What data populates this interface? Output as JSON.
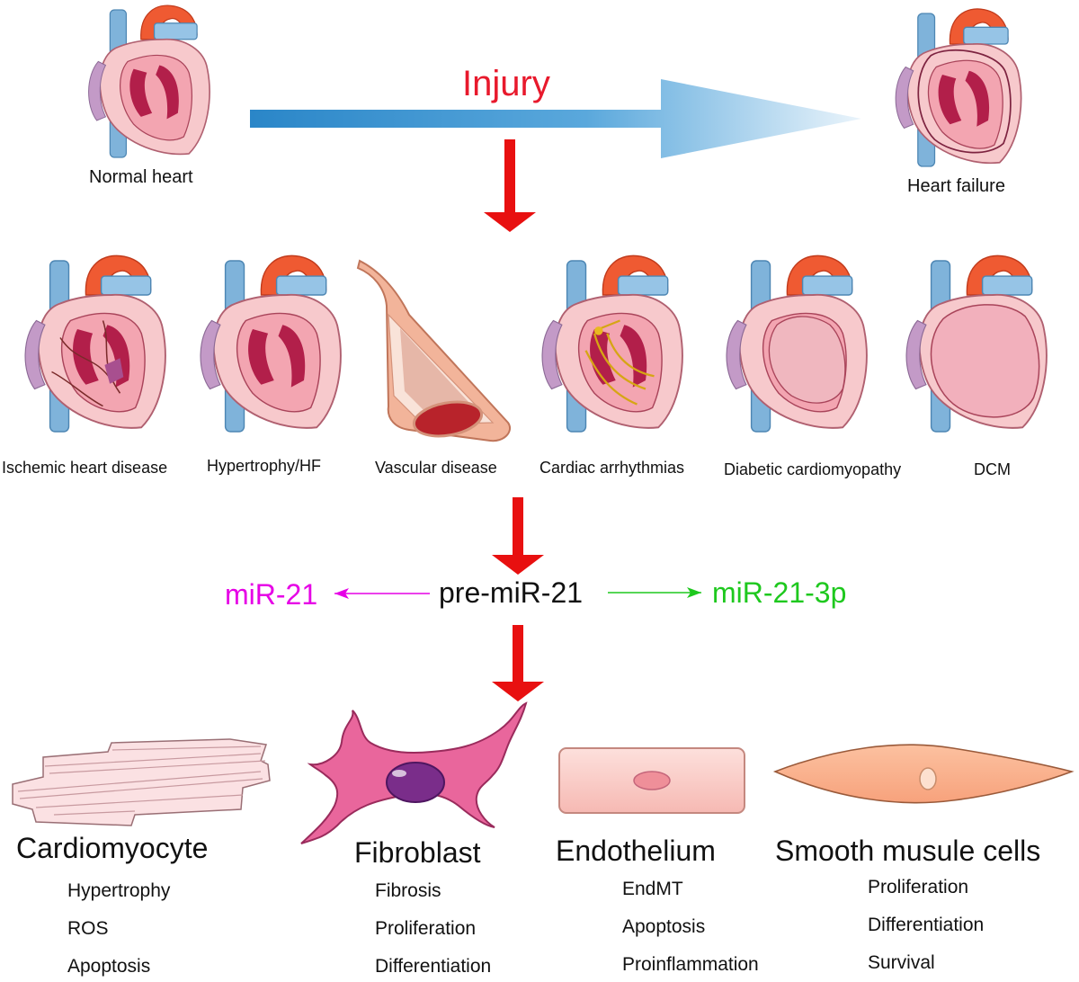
{
  "colors": {
    "injury": "#e8192c",
    "down_arrow": "#e81010",
    "mir21": "#e600e6",
    "mir21_3p": "#1ec81e",
    "pre_mir21": "#111111",
    "blue_arrow_dark": "#2a86c8",
    "blue_arrow_light": "#eaf4fb"
  },
  "top": {
    "normal_heart": "Normal heart",
    "injury": "Injury",
    "heart_failure": "Heart failure"
  },
  "diseases": [
    "Ischemic heart disease",
    "Hypertrophy/HF",
    "Vascular disease",
    "Cardiac arrhythmias",
    "Diabetic cardiomyopathy",
    "DCM"
  ],
  "mirna": {
    "center": "pre-miR-21",
    "left": "miR-21",
    "right": "miR-21-3p"
  },
  "cells": [
    {
      "title": "Cardiomyocyte",
      "effects": [
        "Hypertrophy",
        "ROS",
        "Apoptosis"
      ]
    },
    {
      "title": "Fibroblast",
      "effects": [
        "Fibrosis",
        "Proliferation",
        "Differentiation"
      ]
    },
    {
      "title": "Endothelium",
      "effects": [
        "EndMT",
        "Apoptosis",
        "Proinflammation"
      ]
    },
    {
      "title": "Smooth musule cells",
      "effects": [
        "Proliferation",
        "Differentiation",
        "Survival"
      ]
    }
  ]
}
